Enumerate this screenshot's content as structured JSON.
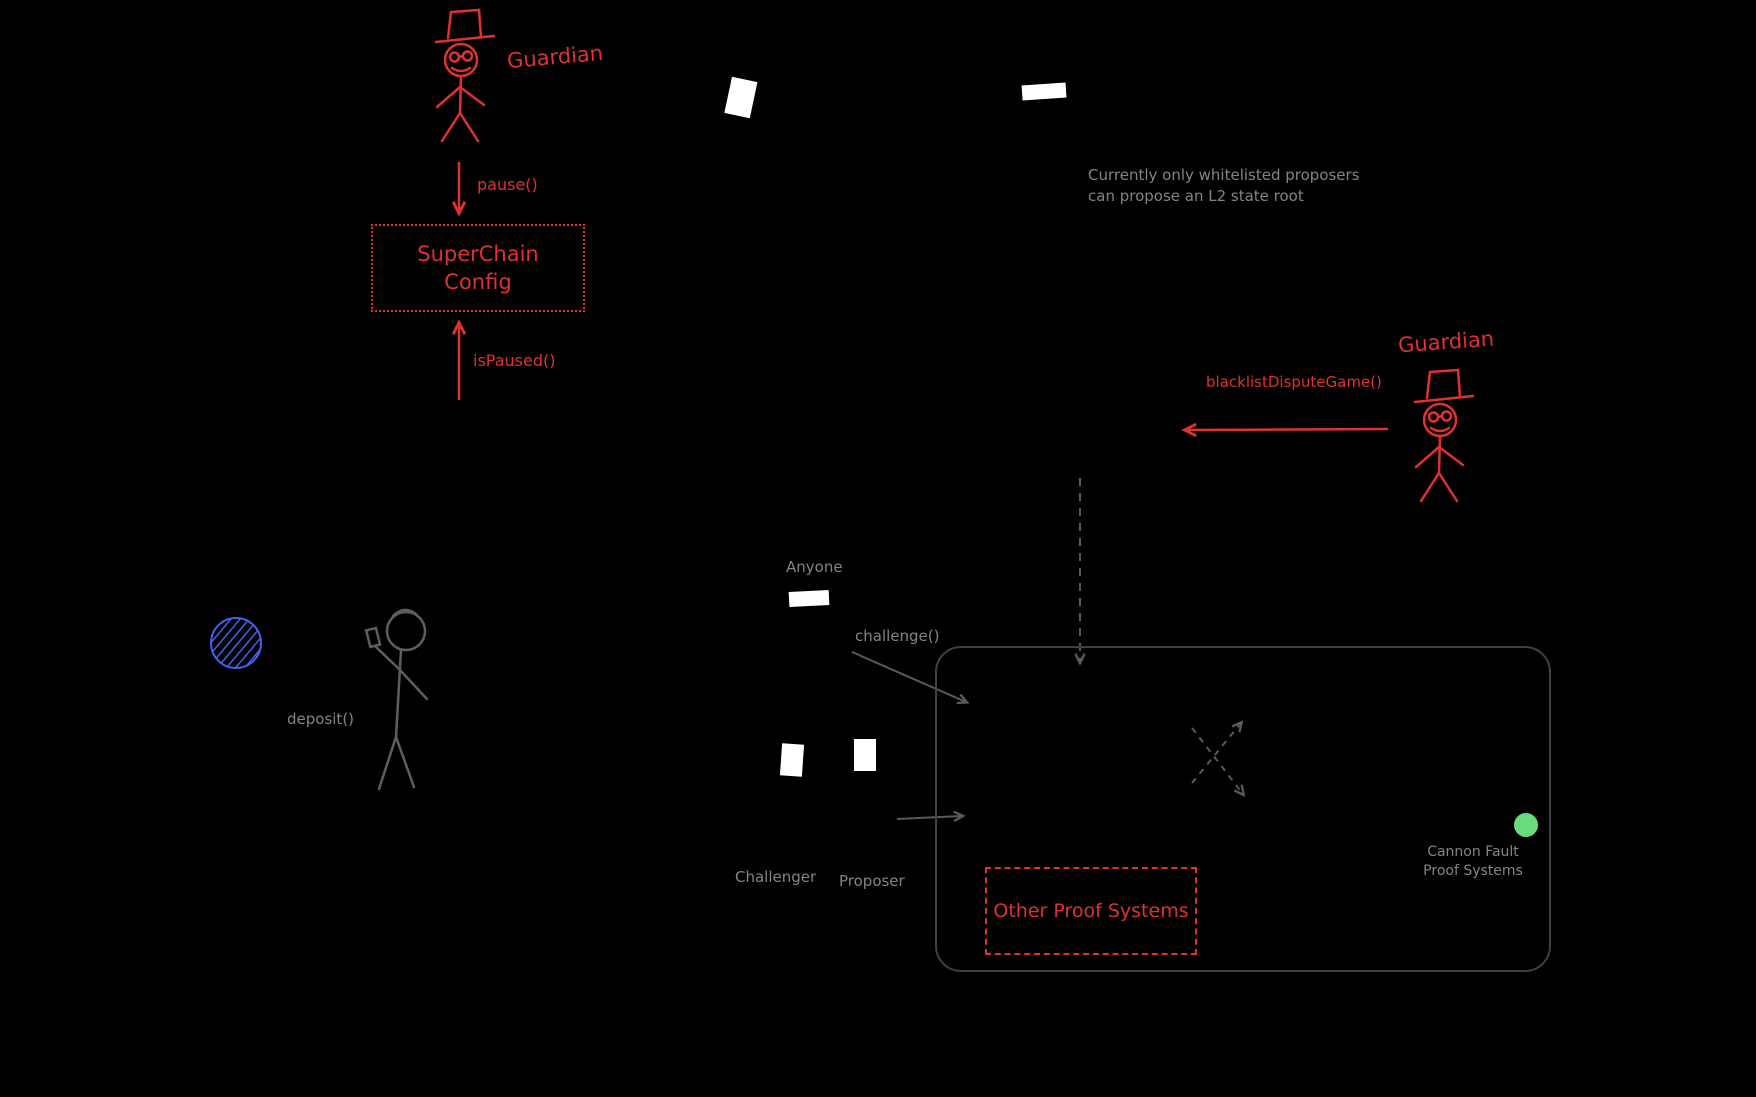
{
  "diagram": {
    "background": "#000000",
    "labels": {
      "guardian_top": "Guardian",
      "pause": "pause()",
      "superchain_config": "SuperChain\nConfig",
      "is_paused": "isPaused()",
      "whitelist_note": "Currently only whitelisted proposers\ncan propose an L2 state root",
      "guardian_right": "Guardian",
      "blacklist_dispute_game": "blacklistDisputeGame()",
      "anyone": "Anyone",
      "challenge": "challenge()",
      "deposit": "deposit()",
      "challenger": "Challenger",
      "proposer": "Proposer",
      "cannon_fault": "Cannon Fault\nProof Systems",
      "other_proof_systems": "Other Proof Systems"
    },
    "colors": {
      "red": "#e03131",
      "gray_text": "#7f858a",
      "arrow_gray": "#565b60",
      "figure_gray": "#5a5f63",
      "blue": "#4263eb",
      "green": "#69db7c",
      "white": "#ffffff",
      "container_border": "#3d4246",
      "background": "#000000"
    },
    "icons": {
      "guardian_top": "guardian-stick-figure-icon",
      "guardian_right": "guardian-stick-figure-icon",
      "depositor": "user-stick-figure-icon",
      "ethereum": "ethereum-scribble-icon",
      "document_top": "document-icon",
      "document_output": "document-icon",
      "document_anyone": "document-icon",
      "document_challenger": "document-icon",
      "document_proposer": "document-icon",
      "green_dot": "green-status-dot-icon"
    }
  }
}
